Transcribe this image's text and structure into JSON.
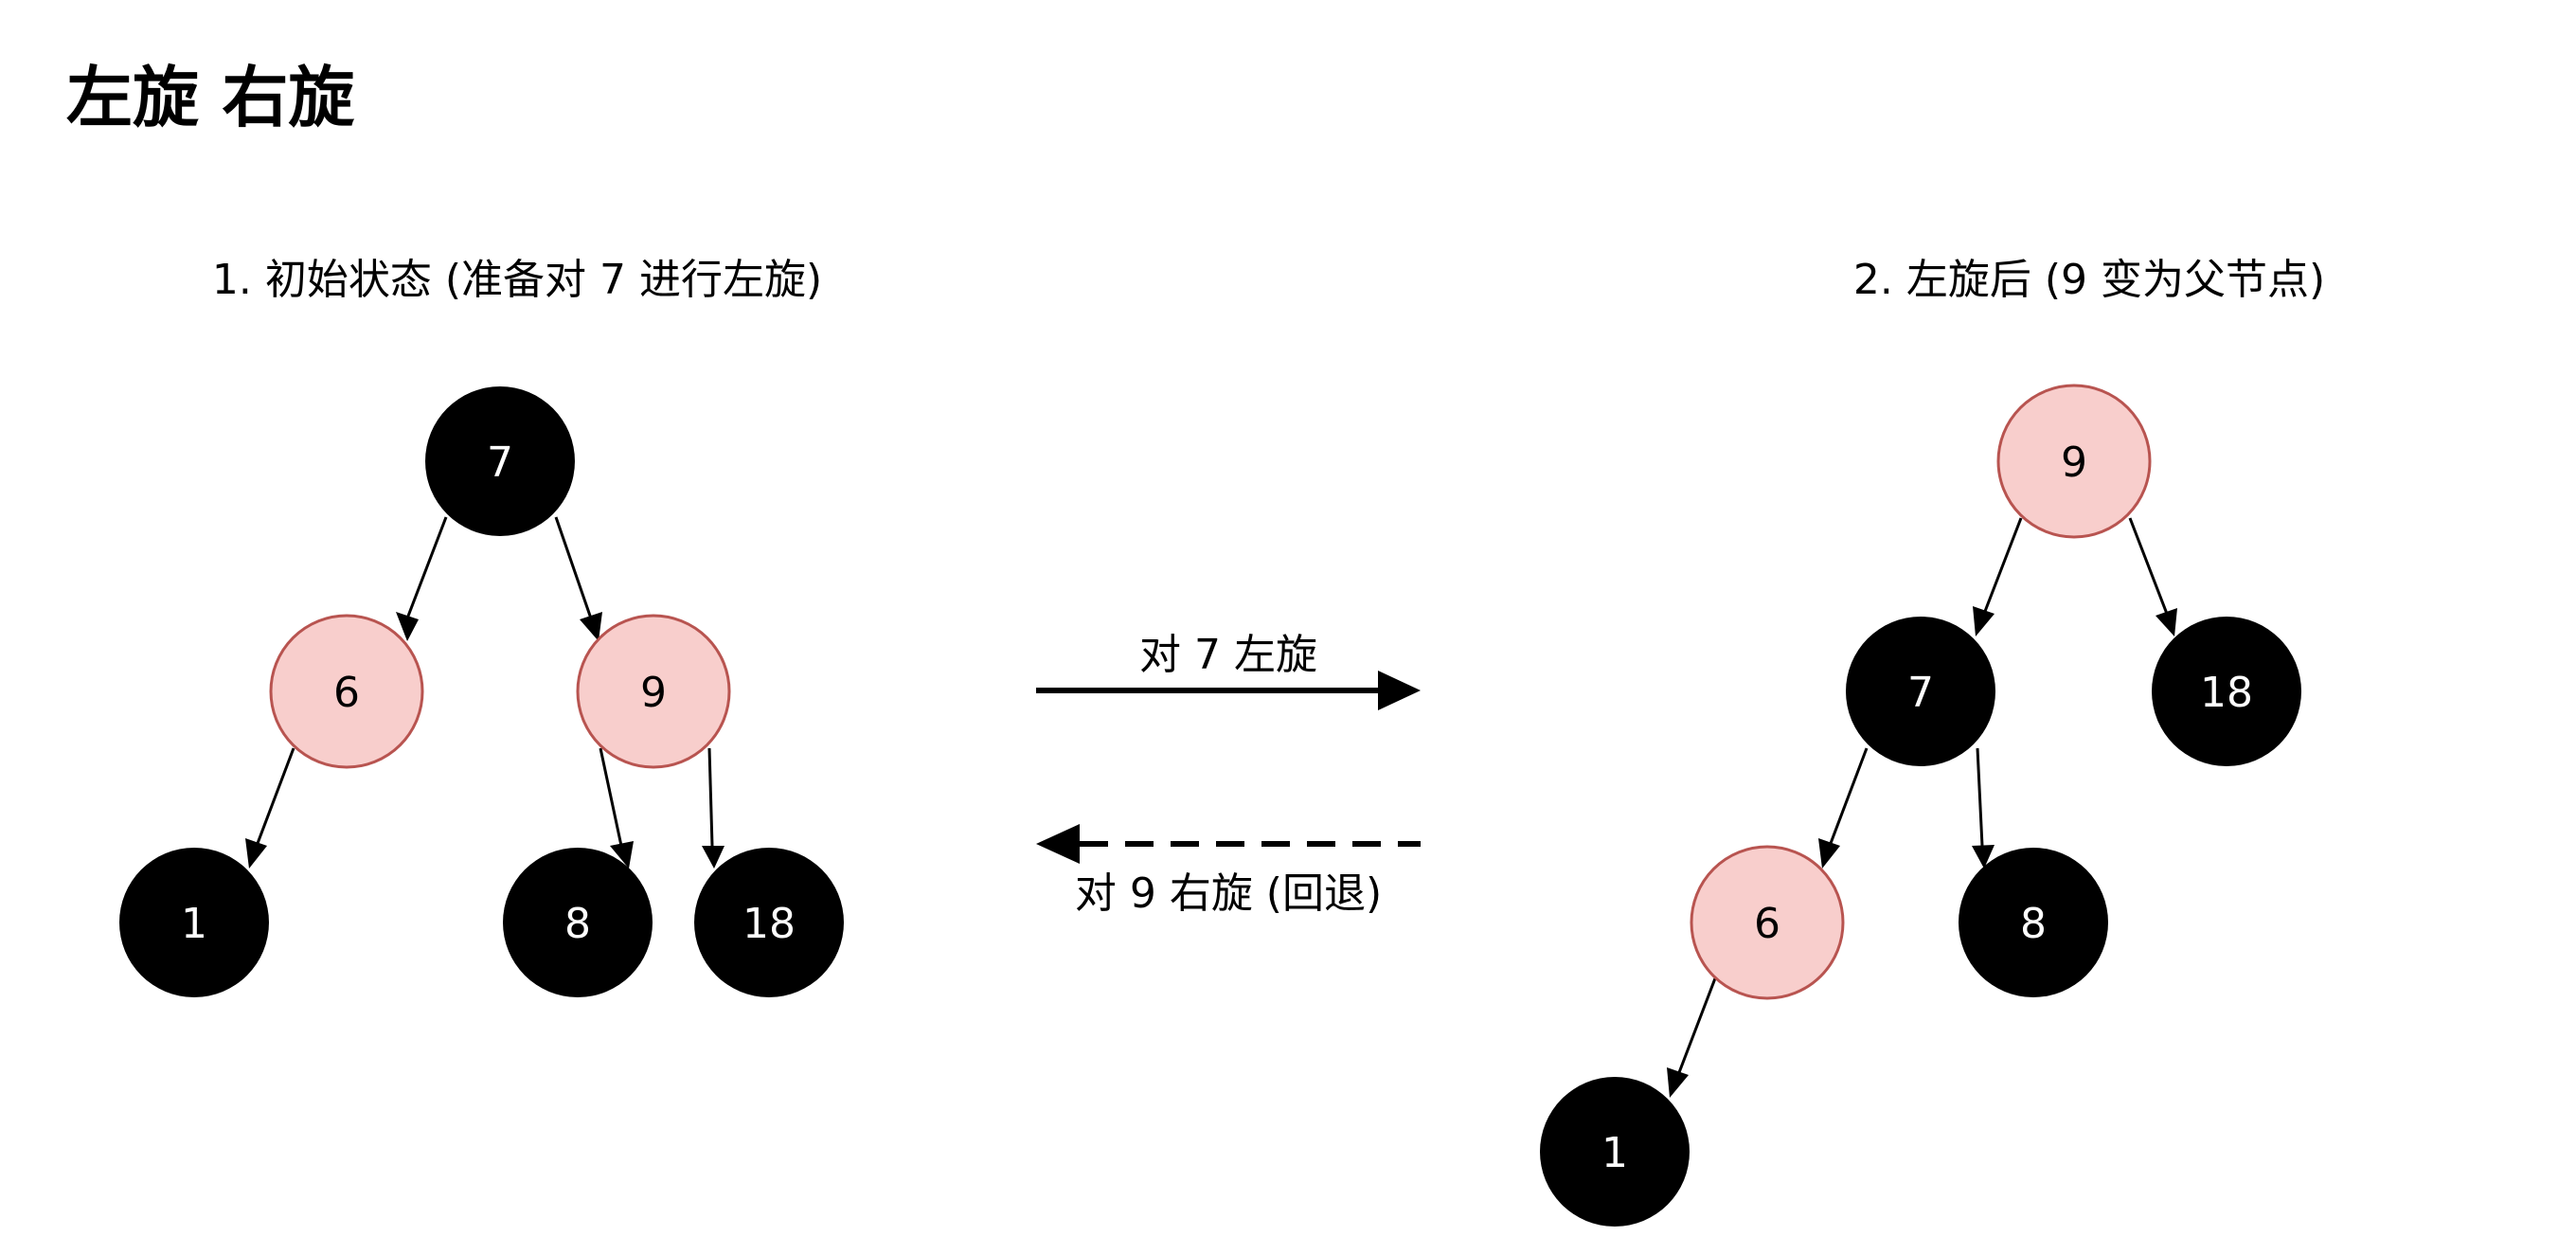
{
  "title": "左旋 右旋",
  "left_tree": {
    "caption": "1. 初始状态 (准备对 7 进行左旋)",
    "nodes": [
      {
        "id": "n7",
        "label": "7",
        "color": "black"
      },
      {
        "id": "n6",
        "label": "6",
        "color": "red"
      },
      {
        "id": "n9",
        "label": "9",
        "color": "red"
      },
      {
        "id": "n1",
        "label": "1",
        "color": "black"
      },
      {
        "id": "n8",
        "label": "8",
        "color": "black"
      },
      {
        "id": "n18",
        "label": "18",
        "color": "black"
      }
    ]
  },
  "right_tree": {
    "caption": "2. 左旋后 (9 变为父节点)",
    "nodes": [
      {
        "id": "n9",
        "label": "9",
        "color": "red"
      },
      {
        "id": "n7",
        "label": "7",
        "color": "black"
      },
      {
        "id": "n18",
        "label": "18",
        "color": "black"
      },
      {
        "id": "n6",
        "label": "6",
        "color": "red"
      },
      {
        "id": "n8",
        "label": "8",
        "color": "black"
      },
      {
        "id": "n1",
        "label": "1",
        "color": "black"
      }
    ]
  },
  "operations": {
    "forward": "对 7 左旋",
    "backward": "对 9 右旋 (回退)"
  },
  "colors": {
    "black_node_fill": "#000000",
    "black_node_text": "#ffffff",
    "red_node_fill": "#f8cecc",
    "red_node_stroke": "#b85450",
    "red_node_text": "#000000",
    "edge": "#000000"
  }
}
